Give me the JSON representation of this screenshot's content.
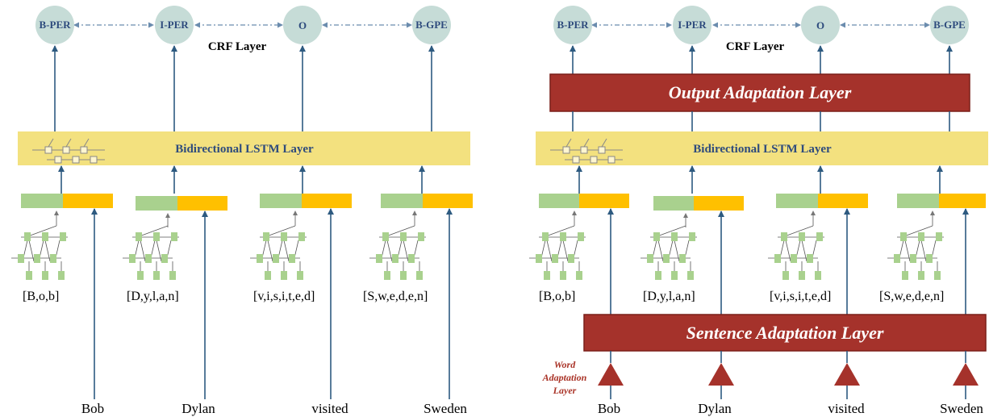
{
  "panels": [
    {
      "tags": [
        "B-PER",
        "I-PER",
        "O",
        "B-GPE"
      ],
      "crf_label": "CRF Layer",
      "lstm_label": "Bidirectional LSTM Layer",
      "char_sequences": [
        "[B,o,b]",
        "[D,y,l,a,n]",
        "[v,i,s,i,t,e,d]",
        "[S,w,e,d,e,n]"
      ],
      "words": [
        "Bob",
        "Dylan",
        "visited",
        "Sweden"
      ]
    },
    {
      "tags": [
        "B-PER",
        "I-PER",
        "O",
        "B-GPE"
      ],
      "crf_label": "CRF Layer",
      "output_adaptation_label": "Output Adaptation Layer",
      "lstm_label": "Bidirectional LSTM Layer",
      "char_sequences": [
        "[B,o,b]",
        "[D,y,l,a,n]",
        "[v,i,s,i,t,e,d]",
        "[S,w,e,d,e,n]"
      ],
      "sentence_adaptation_label": "Sentence Adaptation Layer",
      "word_adaptation_label": [
        "Word",
        "Adaptation",
        "Layer"
      ],
      "words": [
        "Bob",
        "Dylan",
        "visited",
        "Sweden"
      ]
    }
  ],
  "colors": {
    "tag_circle": "#c6dcd7",
    "arrow": "#2d5a80",
    "lstm_bar": "#f3e17f",
    "embed_green": "#a9d18e",
    "embed_orange": "#ffc000",
    "adaptation_red": "#a5322b"
  }
}
